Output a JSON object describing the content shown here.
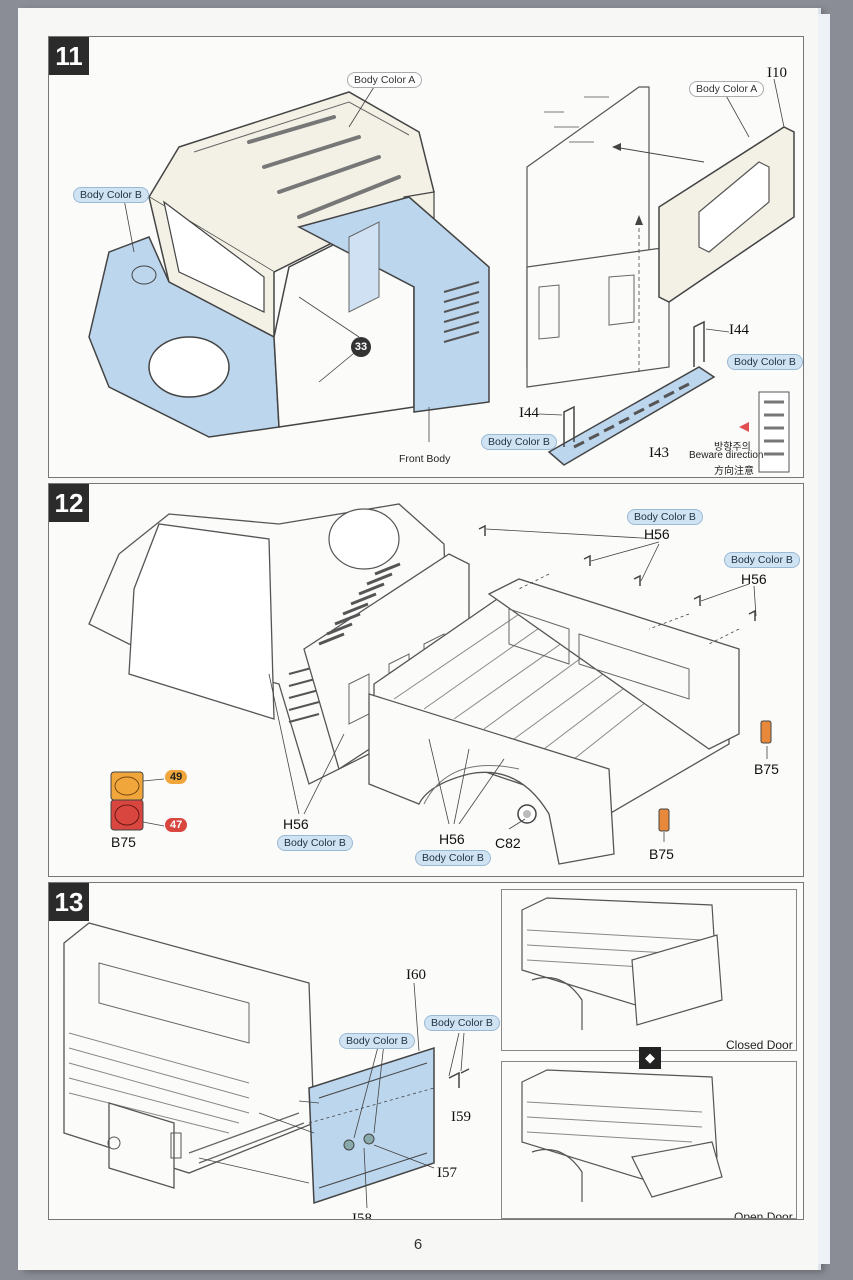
{
  "page": {
    "number": "6"
  },
  "step11": {
    "number": "11",
    "body_color_a_1": "Body Color A",
    "body_color_a_2": "Body Color A",
    "body_color_b_1": "Body Color B",
    "body_color_b_2": "Body Color B",
    "body_color_b_3": "Body Color B",
    "front_body": "Front Body",
    "badge": "33",
    "i10": "I10",
    "i44a": "I44",
    "i44b": "I44",
    "i43": "I43",
    "direction_ko": "방향주의",
    "direction_en": "Beware direction",
    "direction_jp": "方向注意"
  },
  "step12": {
    "number": "12",
    "body_color_b_1": "Body Color B",
    "body_color_b_2": "Body Color B",
    "body_color_b_3": "Body Color B",
    "body_color_b_4": "Body Color B",
    "h56_1": "H56",
    "h56_2": "H56",
    "h56_3": "H56",
    "h56_4": "H56",
    "b75_1": "B75",
    "b75_2": "B75",
    "b75_3": "B75",
    "c82": "C82",
    "paint_49": "49",
    "paint_47": "47"
  },
  "step13": {
    "number": "13",
    "i60": "I60",
    "i59": "I59",
    "i57": "I57",
    "i58": "I58",
    "body_color_b_1": "Body Color B",
    "body_color_b_2": "Body Color B",
    "closed_door": "Closed Door",
    "open_door": "Open Door"
  },
  "colors": {
    "body_a": "#f3f1e6",
    "body_b": "#bcd6ee",
    "paint_49": "#f0a63a",
    "paint_47": "#d9463f"
  }
}
